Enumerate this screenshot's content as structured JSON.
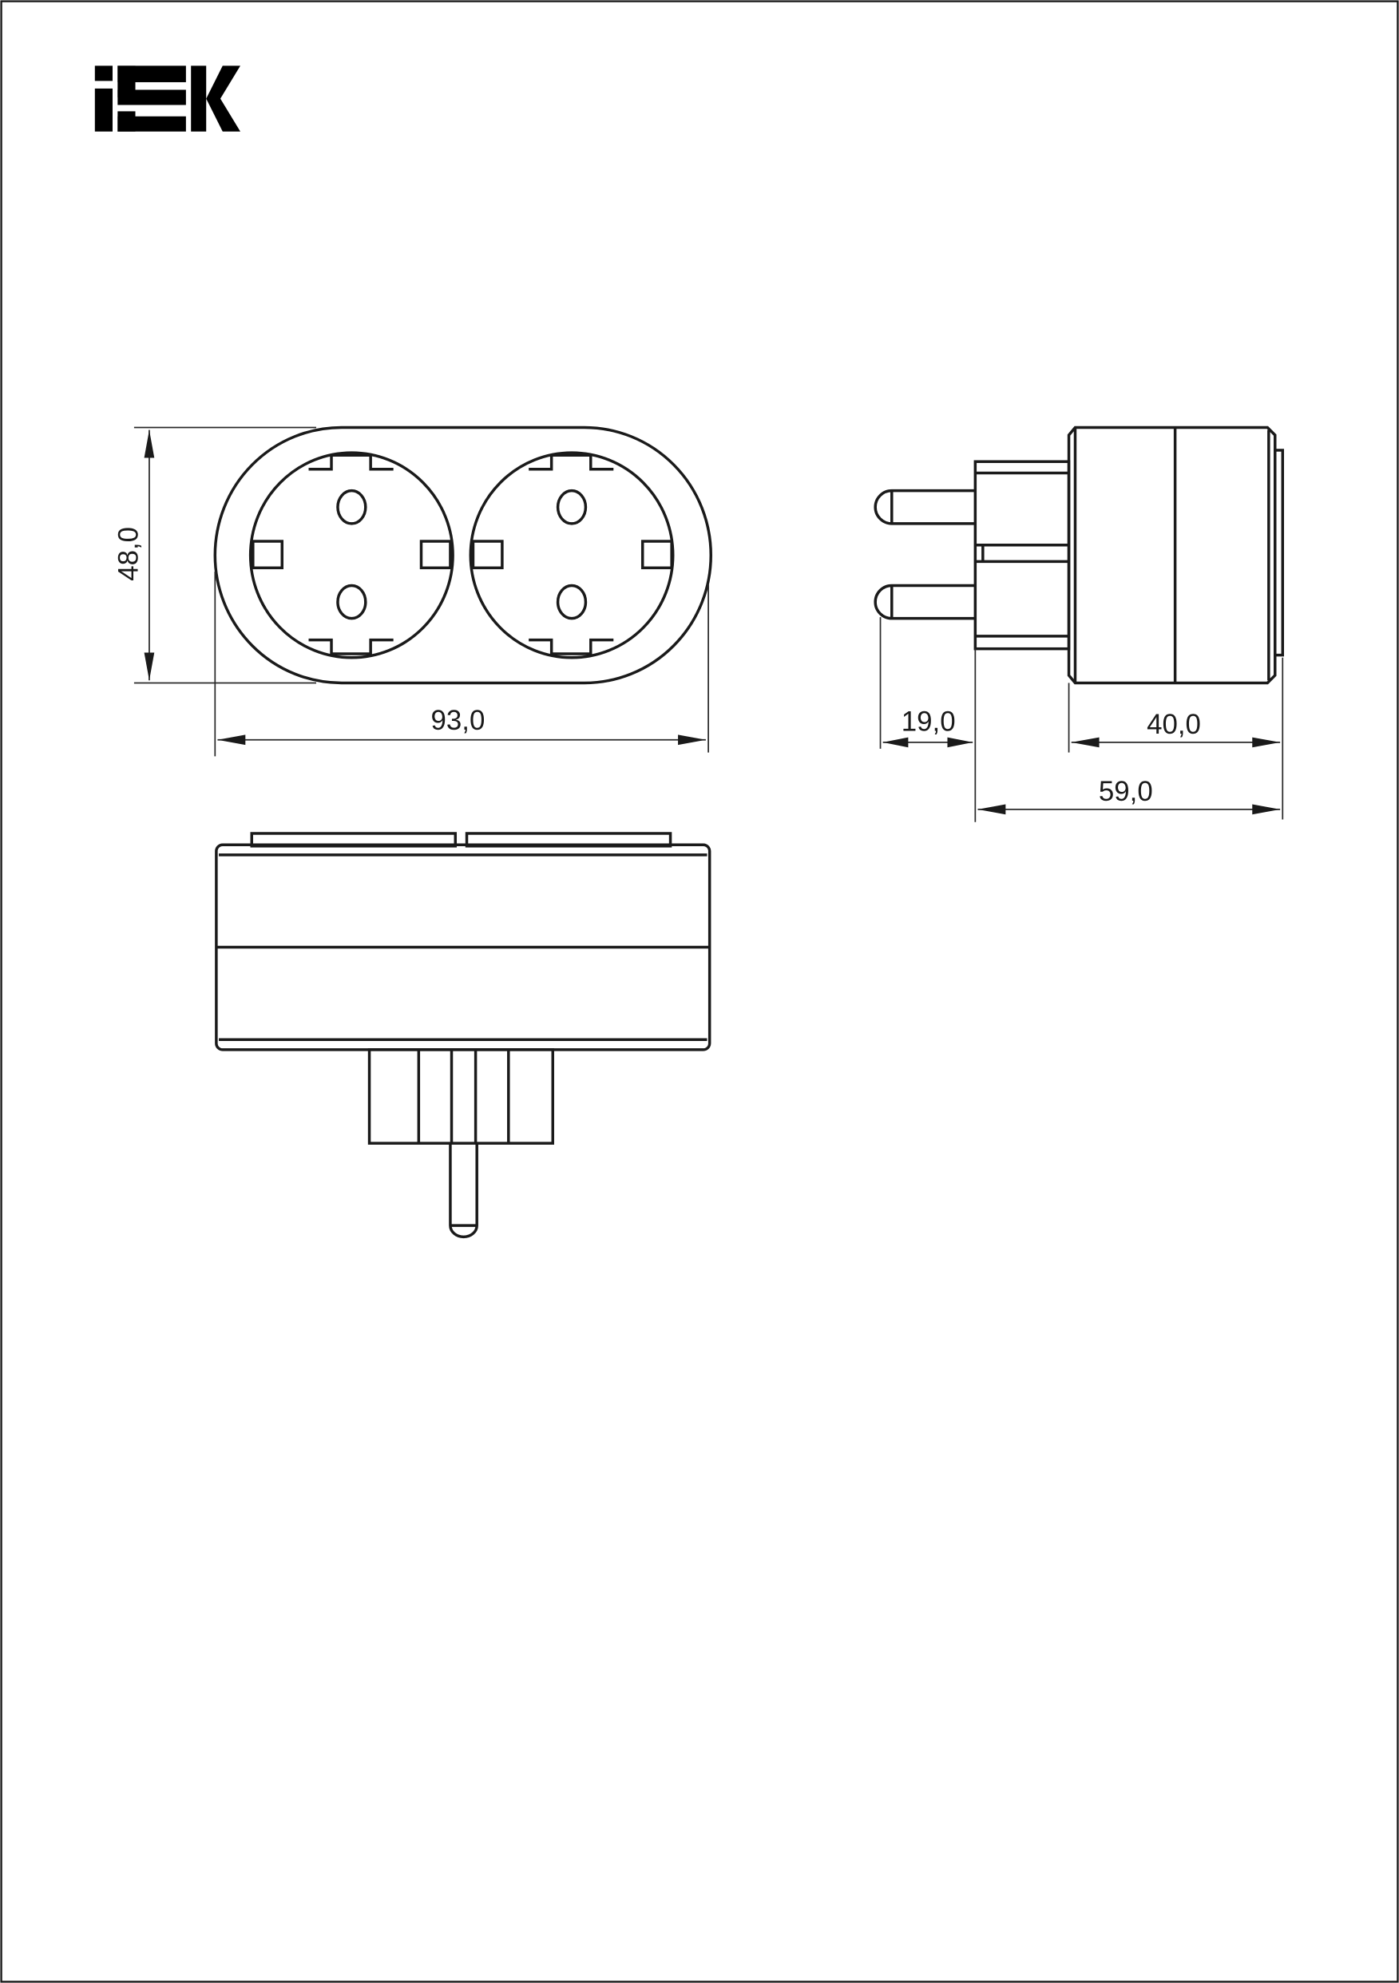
{
  "logo": {
    "text": "IEK",
    "color": "#000000"
  },
  "dimensions": {
    "front_height": "48,0",
    "front_width": "93,0",
    "side_pin_length": "19,0",
    "side_body_depth": "40,0",
    "side_total_depth": "59,0"
  },
  "colors": {
    "line": "#1a1a1a",
    "background": "#ffffff"
  }
}
